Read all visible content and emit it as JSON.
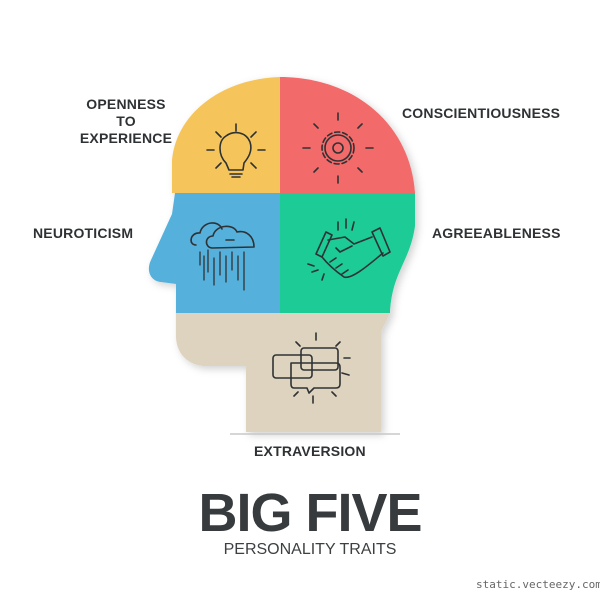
{
  "traits": {
    "openness": {
      "line1": "OPENNESS",
      "line2": "TO EXPERIENCE",
      "icon": "lightbulb-icon",
      "color": "#f5c55c"
    },
    "conscientiousness": {
      "label": "CONSCIENTIOUSNESS",
      "icon": "gear-icon",
      "color": "#f26b6b"
    },
    "neuroticism": {
      "label": "NEUROTICISM",
      "icon": "rain-cloud-icon",
      "color": "#55b1dc"
    },
    "agreeableness": {
      "label": "AGREEABLENESS",
      "icon": "handshake-icon",
      "color": "#1ecb96"
    },
    "extraversion": {
      "label": "EXTRAVERSION",
      "icon": "speech-bubbles-icon",
      "color": "#ddd3be"
    }
  },
  "title": "BIG FIVE",
  "subtitle": "PERSONALITY TRAITS",
  "watermark": "static.vecteezy.com"
}
